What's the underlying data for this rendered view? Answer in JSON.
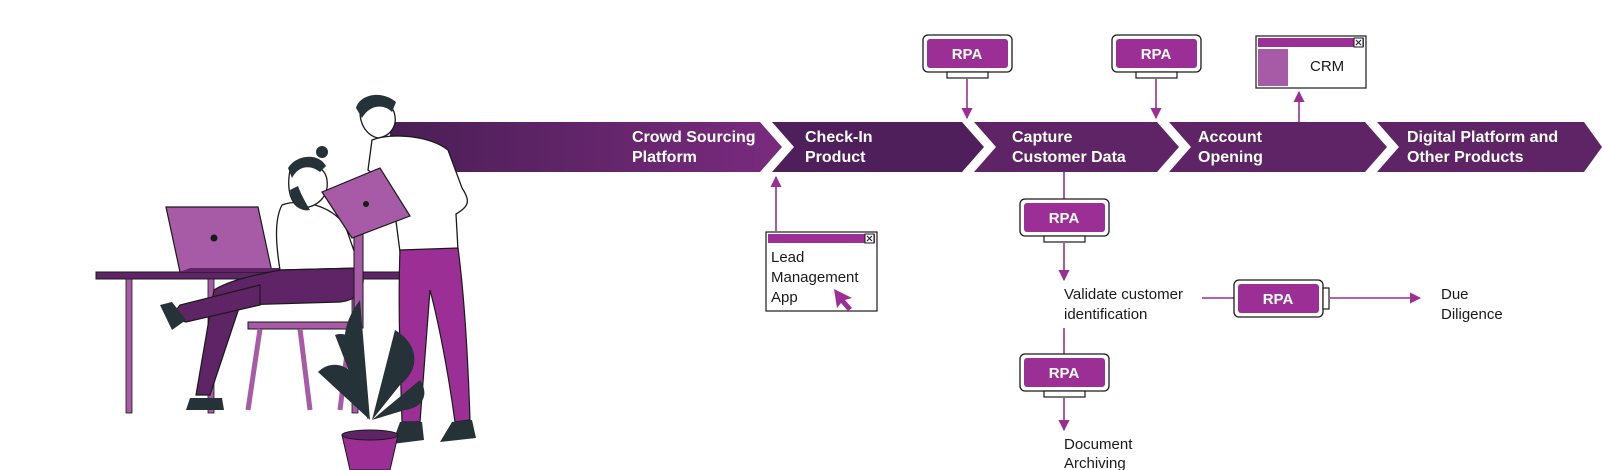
{
  "colors": {
    "purple_dark": "#5e2466",
    "purple": "#9b2f96",
    "purple_light": "#a75aa5",
    "ink": "#1a1a1a",
    "plant": "#253238"
  },
  "stages": [
    {
      "line1": "Crowd Sourcing",
      "line2": "Platform"
    },
    {
      "line1": "Check-In",
      "line2": "Product"
    },
    {
      "line1": "Capture",
      "line2": "Customer Data"
    },
    {
      "line1": "Account",
      "line2": "Opening"
    },
    {
      "line1": "Digital Platform and",
      "line2": "Other Products"
    }
  ],
  "rpa_label": "RPA",
  "apps": {
    "lead": {
      "line1": "Lead",
      "line2": "Management",
      "line3": "App"
    },
    "crm": {
      "label": "CRM"
    }
  },
  "steps": {
    "validate": {
      "line1": "Validate customer",
      "line2": "identification"
    },
    "due": {
      "line1": "Due",
      "line2": "Diligence"
    },
    "archive": {
      "line1": "Document",
      "line2": "Archiving"
    }
  },
  "icons": {
    "cursor": "cursor-icon",
    "close": "close-icon",
    "monitor": "monitor-icon"
  }
}
